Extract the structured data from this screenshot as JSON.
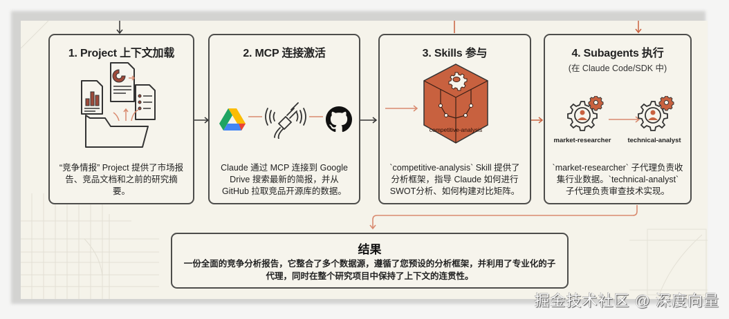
{
  "steps": [
    {
      "title": "1. Project 上下文加载",
      "description": "“竞争情报” Project 提供了市场报告、竞品文档和之前的研究摘要。",
      "icon": "documents-folder-icon"
    },
    {
      "title": "2. MCP 连接激活",
      "description": "Claude 通过 MCP 连接到 Google Drive 搜索最新的简报，并从 GitHub 拉取竞品开源库的数据。",
      "icons": [
        "google-drive-icon",
        "plug-connection-icon",
        "github-icon"
      ]
    },
    {
      "title": "3. Skills 参与",
      "skill_label": "competitive-analysis",
      "description": "`competitive-analysis` Skill 提供了分析框架，指导 Claude 如何进行SWOT分析、如何构建对比矩阵。",
      "icon": "skill-cube-icon"
    },
    {
      "title": "4. Subagents 执行",
      "subtitle": "(在 Claude Code/SDK 中)",
      "agents": [
        "market-researcher",
        "technical-analyst"
      ],
      "description": "`market-researcher` 子代理负责收集行业数据。`technical-analyst` 子代理负责审查技术实现。",
      "icon": "agent-gear-icon"
    }
  ],
  "result": {
    "title": "结果",
    "description": "一份全面的竞争分析报告，它整合了多个数据源，遵循了您预设的分析框架，并利用了专业化的子代理，同时在整个研究项目中保持了上下文的连贯性。"
  },
  "watermark": "掘金技术社区 @ 深度向量",
  "colors": {
    "accent": "#c8613f",
    "accent_line": "#d98a6f",
    "border": "#4d4d4b",
    "background": "#f5f3ea",
    "icon_fill": "#9e4a3a"
  }
}
